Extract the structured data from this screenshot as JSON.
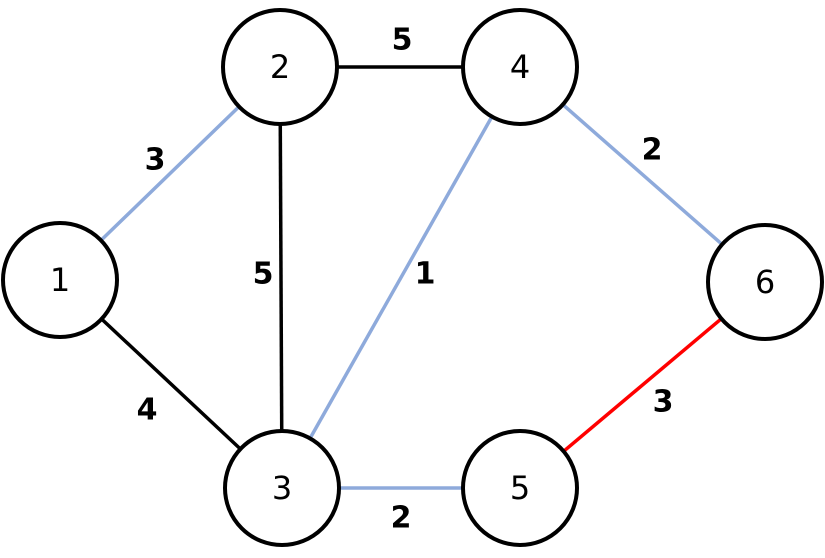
{
  "colors": {
    "default": "#000000",
    "highlight": "#8eaadb",
    "selected": "#ff0000",
    "background": "#ffffff"
  },
  "nodes": [
    {
      "id": "1",
      "label": "1"
    },
    {
      "id": "2",
      "label": "2"
    },
    {
      "id": "3",
      "label": "3"
    },
    {
      "id": "4",
      "label": "4"
    },
    {
      "id": "5",
      "label": "5"
    },
    {
      "id": "6",
      "label": "6"
    }
  ],
  "edges": [
    {
      "from": "1",
      "to": "2",
      "weight": "3",
      "status": "highlight"
    },
    {
      "from": "1",
      "to": "3",
      "weight": "4",
      "status": "default"
    },
    {
      "from": "2",
      "to": "4",
      "weight": "5",
      "status": "default"
    },
    {
      "from": "2",
      "to": "3",
      "weight": "5",
      "status": "default"
    },
    {
      "from": "3",
      "to": "4",
      "weight": "1",
      "status": "highlight"
    },
    {
      "from": "3",
      "to": "5",
      "weight": "2",
      "status": "highlight"
    },
    {
      "from": "4",
      "to": "6",
      "weight": "2",
      "status": "highlight"
    },
    {
      "from": "5",
      "to": "6",
      "weight": "3",
      "status": "selected"
    }
  ]
}
